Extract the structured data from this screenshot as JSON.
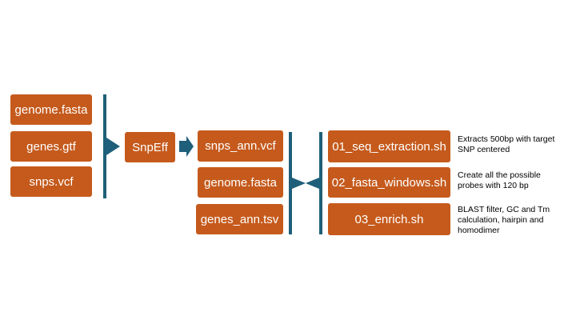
{
  "colors": {
    "box": "#c55a1c",
    "connector": "#1f5f7a",
    "text": "#ffffff"
  },
  "inputs": [
    "genome.fasta",
    "genes.gtf",
    "snps.vcf"
  ],
  "tool": "SnpEff",
  "intermediates": [
    "snps_ann.vcf",
    "genome.fasta",
    "genes_ann.tsv"
  ],
  "scripts": [
    {
      "name": "01_seq_extraction.sh",
      "note": [
        "Extracts 500bp with target",
        "SNP centered"
      ]
    },
    {
      "name": "02_fasta_windows.sh",
      "note": [
        "Create all the possible",
        "probes with 120 bp"
      ]
    },
    {
      "name": "03_enrich.sh",
      "note": [
        "BLAST filter, GC and Tm",
        "calculation, hairpin and",
        "homodimer"
      ]
    }
  ]
}
